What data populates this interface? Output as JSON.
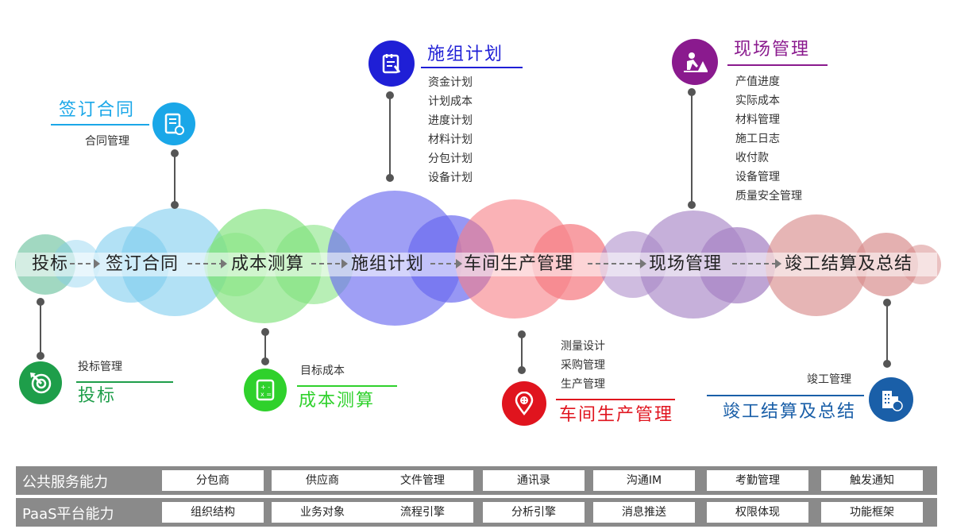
{
  "timeline": [
    {
      "label": "投标",
      "color": "#6fc3a0"
    },
    {
      "label": "签订合同",
      "color": "#7fcdee"
    },
    {
      "label": "成本测算",
      "color": "#7ee27a"
    },
    {
      "label": "施组计划",
      "color": "#6b6bf0"
    },
    {
      "label": "车间生产管理",
      "color": "#f67f86"
    },
    {
      "label": "现场管理",
      "color": "#a885c6"
    },
    {
      "label": "竣工结算及总结",
      "color": "#d88e8e"
    }
  ],
  "stages": [
    {
      "title": "投标",
      "items": [
        "投标管理"
      ],
      "color": "#1e9e4a",
      "icon": "target-icon"
    },
    {
      "title": "签订合同",
      "items": [
        "合同管理"
      ],
      "color": "#1aa7e8",
      "icon": "contract-icon"
    },
    {
      "title": "成本测算",
      "items": [
        "目标成本"
      ],
      "color": "#2fd12c",
      "icon": "calculator-icon"
    },
    {
      "title": "施组计划",
      "items": [
        "资金计划",
        "计划成本",
        "进度计划",
        "材料计划",
        "分包计划",
        "设备计划"
      ],
      "color": "#1f1fd6",
      "icon": "plan-icon"
    },
    {
      "title": "车间生产管理",
      "items": [
        "测量设计",
        "采购管理",
        "生产管理"
      ],
      "color": "#e0141e",
      "icon": "location-icon"
    },
    {
      "title": "现场管理",
      "items": [
        "产值进度",
        "实际成本",
        "材料管理",
        "施工日志",
        "收付款",
        "设备管理",
        "质量安全管理"
      ],
      "color": "#8a1a8e",
      "icon": "worker-icon"
    },
    {
      "title": "竣工结算及总结",
      "items": [
        "竣工管理"
      ],
      "color": "#1a5fa8",
      "icon": "building-icon"
    }
  ],
  "services": [
    {
      "title": "公共服务能力",
      "items": [
        "分包商",
        "供应商",
        "文件管理",
        "通讯录",
        "沟通IM",
        "考勤管理",
        "触发通知"
      ]
    },
    {
      "title": "PaaS平台能力",
      "items": [
        "组织结构",
        "业务对象",
        "流程引擎",
        "分析引擎",
        "消息推送",
        "权限体现",
        "功能框架"
      ]
    }
  ]
}
